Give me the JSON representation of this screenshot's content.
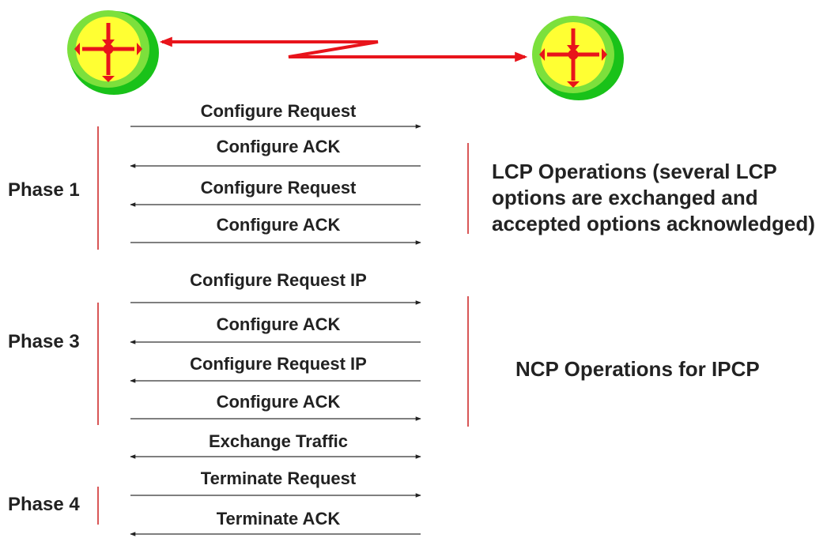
{
  "colors": {
    "link": "#e8141b",
    "router_outer": "#19c219",
    "router_inner": "#7ce03c",
    "router_face": "#ffff33",
    "router_arrow": "#e8141b",
    "message_line": "#333333",
    "phase_bar": "#cc1f1f"
  },
  "devices": {
    "left": {
      "icon": "router-icon"
    },
    "right": {
      "icon": "router-icon"
    }
  },
  "messages": [
    {
      "label": "Configure Request",
      "direction": "right"
    },
    {
      "label": "Configure ACK",
      "direction": "left"
    },
    {
      "label": "Configure Request",
      "direction": "left"
    },
    {
      "label": "Configure ACK",
      "direction": "right"
    },
    {
      "label": "Configure Request IP",
      "direction": "right"
    },
    {
      "label": "Configure ACK",
      "direction": "left"
    },
    {
      "label": "Configure Request IP",
      "direction": "left"
    },
    {
      "label": "Configure ACK",
      "direction": "right"
    },
    {
      "label": "Exchange Traffic",
      "direction": "both"
    },
    {
      "label": "Terminate Request",
      "direction": "right"
    },
    {
      "label": "Terminate ACK",
      "direction": "left"
    }
  ],
  "phases": [
    {
      "label": "Phase 1"
    },
    {
      "label": "Phase 3"
    },
    {
      "label": "Phase 4"
    }
  ],
  "notes": [
    {
      "lines": [
        "LCP Operations (several LCP",
        "options are exchanged and",
        "accepted options acknowledged)"
      ]
    },
    {
      "lines": [
        "NCP Operations for IPCP"
      ]
    }
  ]
}
